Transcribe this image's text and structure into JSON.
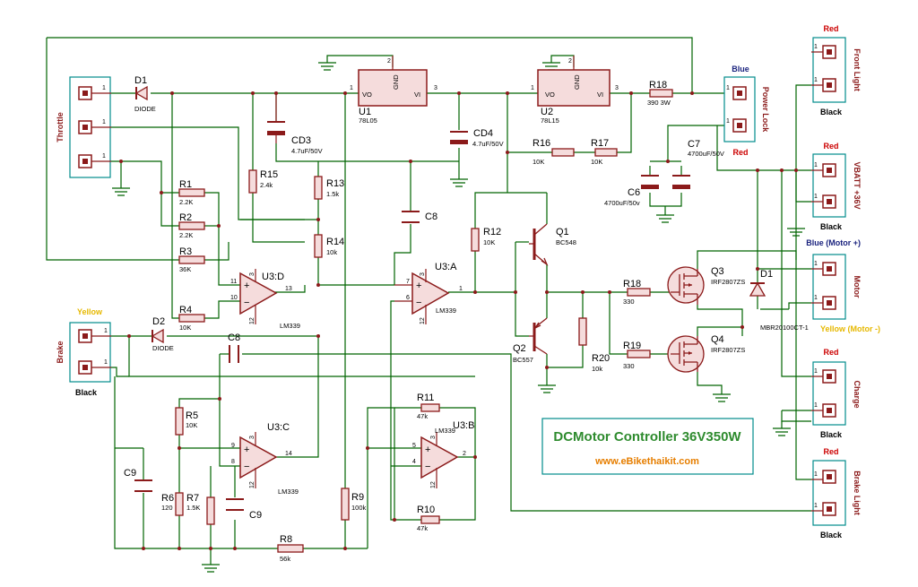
{
  "title_box": {
    "title": "DCMotor Controller 36V350W",
    "url": "www.eBikethaikit.com"
  },
  "connectors": {
    "throttle": {
      "name": "Throttle",
      "pins": [
        "1",
        "1",
        "1"
      ]
    },
    "brake": {
      "name": "Brake",
      "top_color": "Yellow",
      "bottom_color": "Black",
      "pins": [
        "1",
        "1"
      ]
    },
    "front_light": {
      "name": "Front Light",
      "top_color": "Red",
      "bottom_color": "Black",
      "pins": [
        "1",
        "1"
      ]
    },
    "power_lock": {
      "name": "Power Lock",
      "top_color": "Blue",
      "bottom_color": "Red",
      "pins": [
        "1",
        "1"
      ]
    },
    "vbatt": {
      "name": "VBATT +36V",
      "top_color": "Red",
      "bottom_color": "Black",
      "pins": [
        "1",
        "1"
      ]
    },
    "motor": {
      "name": "Motor",
      "top_color": "Blue (Motor +)",
      "bottom_color": "Yellow (Motor -)",
      "pins": [
        "1",
        "1"
      ]
    },
    "charge": {
      "name": "Charge",
      "top_color": "Red",
      "bottom_color": "Black",
      "pins": [
        "1",
        "1"
      ]
    },
    "brake_light": {
      "name": "Brake Light",
      "top_color": "Red",
      "bottom_color": "Black",
      "pins": [
        "1",
        "1"
      ]
    }
  },
  "regulators": {
    "u1": {
      "ref": "U1",
      "part": "78L05",
      "vo": "VO",
      "vi": "VI",
      "gnd": "GND",
      "pin_vo": "1",
      "pin_vi": "3",
      "pin_gnd": "2"
    },
    "u2": {
      "ref": "U2",
      "part": "78L15",
      "vo": "VO",
      "vi": "VI",
      "gnd": "GND",
      "pin_vo": "1",
      "pin_vi": "3",
      "pin_gnd": "2"
    }
  },
  "opamps": {
    "u3d": {
      "ref": "U3:D",
      "part": "LM339",
      "pin_plus": "11",
      "pin_minus": "10",
      "pin_out": "13",
      "pin_vcc": "3",
      "pin_gnd": "12"
    },
    "u3a": {
      "ref": "U3:A",
      "part": "LM339",
      "pin_plus": "7",
      "pin_minus": "6",
      "pin_out": "1",
      "pin_vcc": "3",
      "pin_gnd": "12"
    },
    "u3c": {
      "ref": "U3:C",
      "part": "LM339",
      "pin_plus": "9",
      "pin_minus": "8",
      "pin_out": "14",
      "pin_vcc": "3",
      "pin_gnd": "12"
    },
    "u3b": {
      "ref": "U3:B",
      "part": "LM339",
      "pin_plus": "5",
      "pin_minus": "4",
      "pin_out": "2",
      "pin_vcc": "3",
      "pin_gnd": "12"
    }
  },
  "resistors": {
    "r1": {
      "ref": "R1",
      "value": "2.2K"
    },
    "r2": {
      "ref": "R2",
      "value": "2.2K"
    },
    "r3": {
      "ref": "R3",
      "value": "36K"
    },
    "r4": {
      "ref": "R4",
      "value": "10K"
    },
    "r5": {
      "ref": "R5",
      "value": "10K"
    },
    "r6": {
      "ref": "R6",
      "value": "120"
    },
    "r7": {
      "ref": "R7",
      "value": "1.5K"
    },
    "r8": {
      "ref": "R8",
      "value": "56k"
    },
    "r9": {
      "ref": "R9",
      "value": "100k"
    },
    "r10": {
      "ref": "R10",
      "value": "47k"
    },
    "r11": {
      "ref": "R11",
      "value": "47k"
    },
    "r12": {
      "ref": "R12",
      "value": "10K"
    },
    "r13": {
      "ref": "R13",
      "value": "1.5k"
    },
    "r14": {
      "ref": "R14",
      "value": "10k"
    },
    "r15": {
      "ref": "R15",
      "value": "2.4k"
    },
    "r16": {
      "ref": "R16",
      "value": "10K"
    },
    "r17": {
      "ref": "R17",
      "value": "10K"
    },
    "r18a": {
      "ref": "R18",
      "value": "390  3W"
    },
    "r18b": {
      "ref": "R18",
      "value": "330"
    },
    "r19": {
      "ref": "R19",
      "value": "330"
    },
    "r20": {
      "ref": "R20",
      "value": "10k"
    }
  },
  "capacitors": {
    "c6": {
      "ref": "C6",
      "value": "4700uF/50v"
    },
    "c7": {
      "ref": "C7",
      "value": "4700uF/50V"
    },
    "c8a": {
      "ref": "C8",
      "value": ""
    },
    "c8b": {
      "ref": "C8",
      "value": ""
    },
    "c9a": {
      "ref": "C9",
      "value": ""
    },
    "c9b": {
      "ref": "C9",
      "value": ""
    },
    "cd3": {
      "ref": "CD3",
      "value": "4.7uF/50V"
    },
    "cd4": {
      "ref": "CD4",
      "value": "4.7uF/50V"
    }
  },
  "diodes": {
    "d1_left": {
      "ref": "D1",
      "value": "DIODE"
    },
    "d2": {
      "ref": "D2",
      "value": "DIODE"
    },
    "d1_right": {
      "ref": "D1",
      "value": "MBR20100CT-1"
    }
  },
  "transistors": {
    "q1": {
      "ref": "Q1",
      "value": "BC548"
    },
    "q2": {
      "ref": "Q2",
      "value": "BC557"
    },
    "q3": {
      "ref": "Q3",
      "value": "IRF2807ZS"
    },
    "q4": {
      "ref": "Q4",
      "value": "IRF2807ZS"
    }
  },
  "colors": {
    "wire": "#006400",
    "component": "#8b1a1a",
    "connector_box": "#008b8b",
    "title_box": "#008b8b"
  }
}
